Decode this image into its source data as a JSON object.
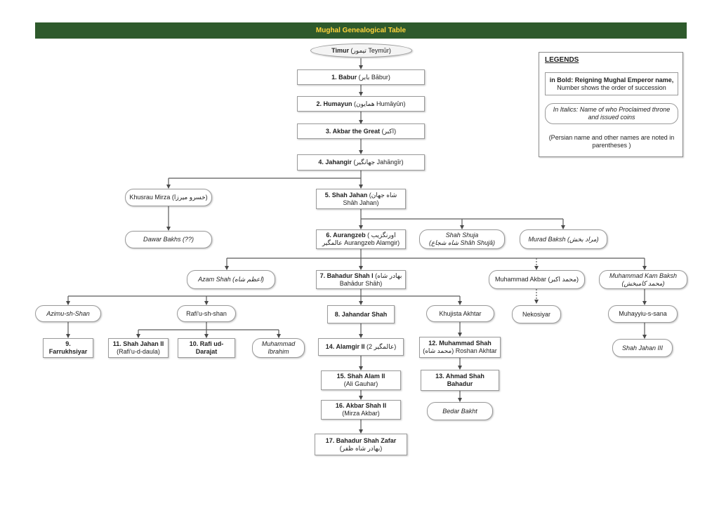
{
  "title": "Mughal Genealogical Table",
  "colors": {
    "header_bg": "#2e5a2c",
    "header_text": "#ffd43a",
    "connector": "#555555"
  },
  "legend": {
    "title": "LEGENDS",
    "bold_label": "in Bold: Reigning Mughal Emperor name,",
    "bold_sub": "Number shows the order of succession",
    "italic_label": "In Italics: Name of who Proclaimed throne",
    "italic_sub": "and issued coins",
    "note_1": "(Persian name and other names are noted in",
    "note_2": "parentheses )"
  },
  "nodes": {
    "timur": {
      "bold": "Timur",
      "rest": " (تیمور Teymūr)"
    },
    "babur": {
      "bold": "1. Babur",
      "rest": " (بابر Bābur)"
    },
    "humayun": {
      "bold": "2. Humayun",
      "rest": " (همایون Humāyūn)"
    },
    "akbar": {
      "bold": "3. Akbar the Great",
      "rest": " (اکبر)"
    },
    "jahangir": {
      "bold": "4. Jahangir",
      "rest": " (جهانگیر Jahāngīr)"
    },
    "khusrau": {
      "text": "Khusrau Mirza (خسرو میرزا)"
    },
    "dawar": {
      "text": "Dawar Bakhs (??)"
    },
    "shahjahan": {
      "bold": "5. Shah Jahan",
      "rest": " (شاه جهان",
      "line2": "Shāh Jahan)"
    },
    "aurangzeb": {
      "bold": "6. Aurangzeb",
      "rest": " ( اورنگزیب",
      "line2": "عالمگیر Aurangzeb Alamgir)"
    },
    "shuja": {
      "line1": "Shah Shuja",
      "line2": "(شاه شجاع Shāh Shujā)"
    },
    "murad": {
      "text": "Murad Baksh (مراد بخش)"
    },
    "azam": {
      "text": "Azam Shah (اعظم شاه)"
    },
    "bahadur1": {
      "bold": "7. Bahadur Shah I",
      "rest": " (بهادر شاه",
      "line2": "Bahādur Shāh)"
    },
    "m_akbar": {
      "text": "Muhammad Akbar (محمد اکبر)"
    },
    "kambaksh": {
      "line1": "Muhammad Kam Baksh",
      "line2": "(محمد کامبخش)"
    },
    "azimush": {
      "text": "Azimu-sh-Shan"
    },
    "rafiush": {
      "text": "Rafi'u-sh-shan"
    },
    "jahandar": {
      "bold": "8. Jahandar Shah"
    },
    "khujista": {
      "text": "Khujista Akhtar"
    },
    "nekosiyar": {
      "text": "Nekosiyar"
    },
    "muhayyiu": {
      "text": "Muhayyiu-s-sana"
    },
    "farrukh": {
      "line1": "9.",
      "line2": "Farrukhsiyar"
    },
    "shahjahan2": {
      "line1": "11. Shah Jahan II",
      "line2": "(Rafi'u-d-daula)"
    },
    "rafiud": {
      "line1": "10. Rafi ud-",
      "line2": "Darajat"
    },
    "m_ibrahim": {
      "line1": "Muhammad",
      "line2": "Ibrahim"
    },
    "alamgir2": {
      "bold": "14. Alamgir II",
      "rest": " (عالمگیر 2)"
    },
    "m_shah": {
      "bold": "12. Muhammad Shah",
      "line2": "(محمد شاه) Roshan Akhtar"
    },
    "shahjahan3": {
      "text": "Shah Jahan III"
    },
    "shahalam": {
      "bold": "15. Shah Alam II",
      "line2": "(Ali Gauhar)"
    },
    "ahmadshah": {
      "line1": "13. Ahmad Shah",
      "line2": "Bahadur"
    },
    "bedar": {
      "text": "Bedar Bakht"
    },
    "akbar2": {
      "bold": "16. Akbar Shah II",
      "line2": "(Mirza Akbar)"
    },
    "zafar": {
      "bold": "17. Bahadur Shah Zafar",
      "line2": "(بهادر شاه ظفر)"
    }
  }
}
